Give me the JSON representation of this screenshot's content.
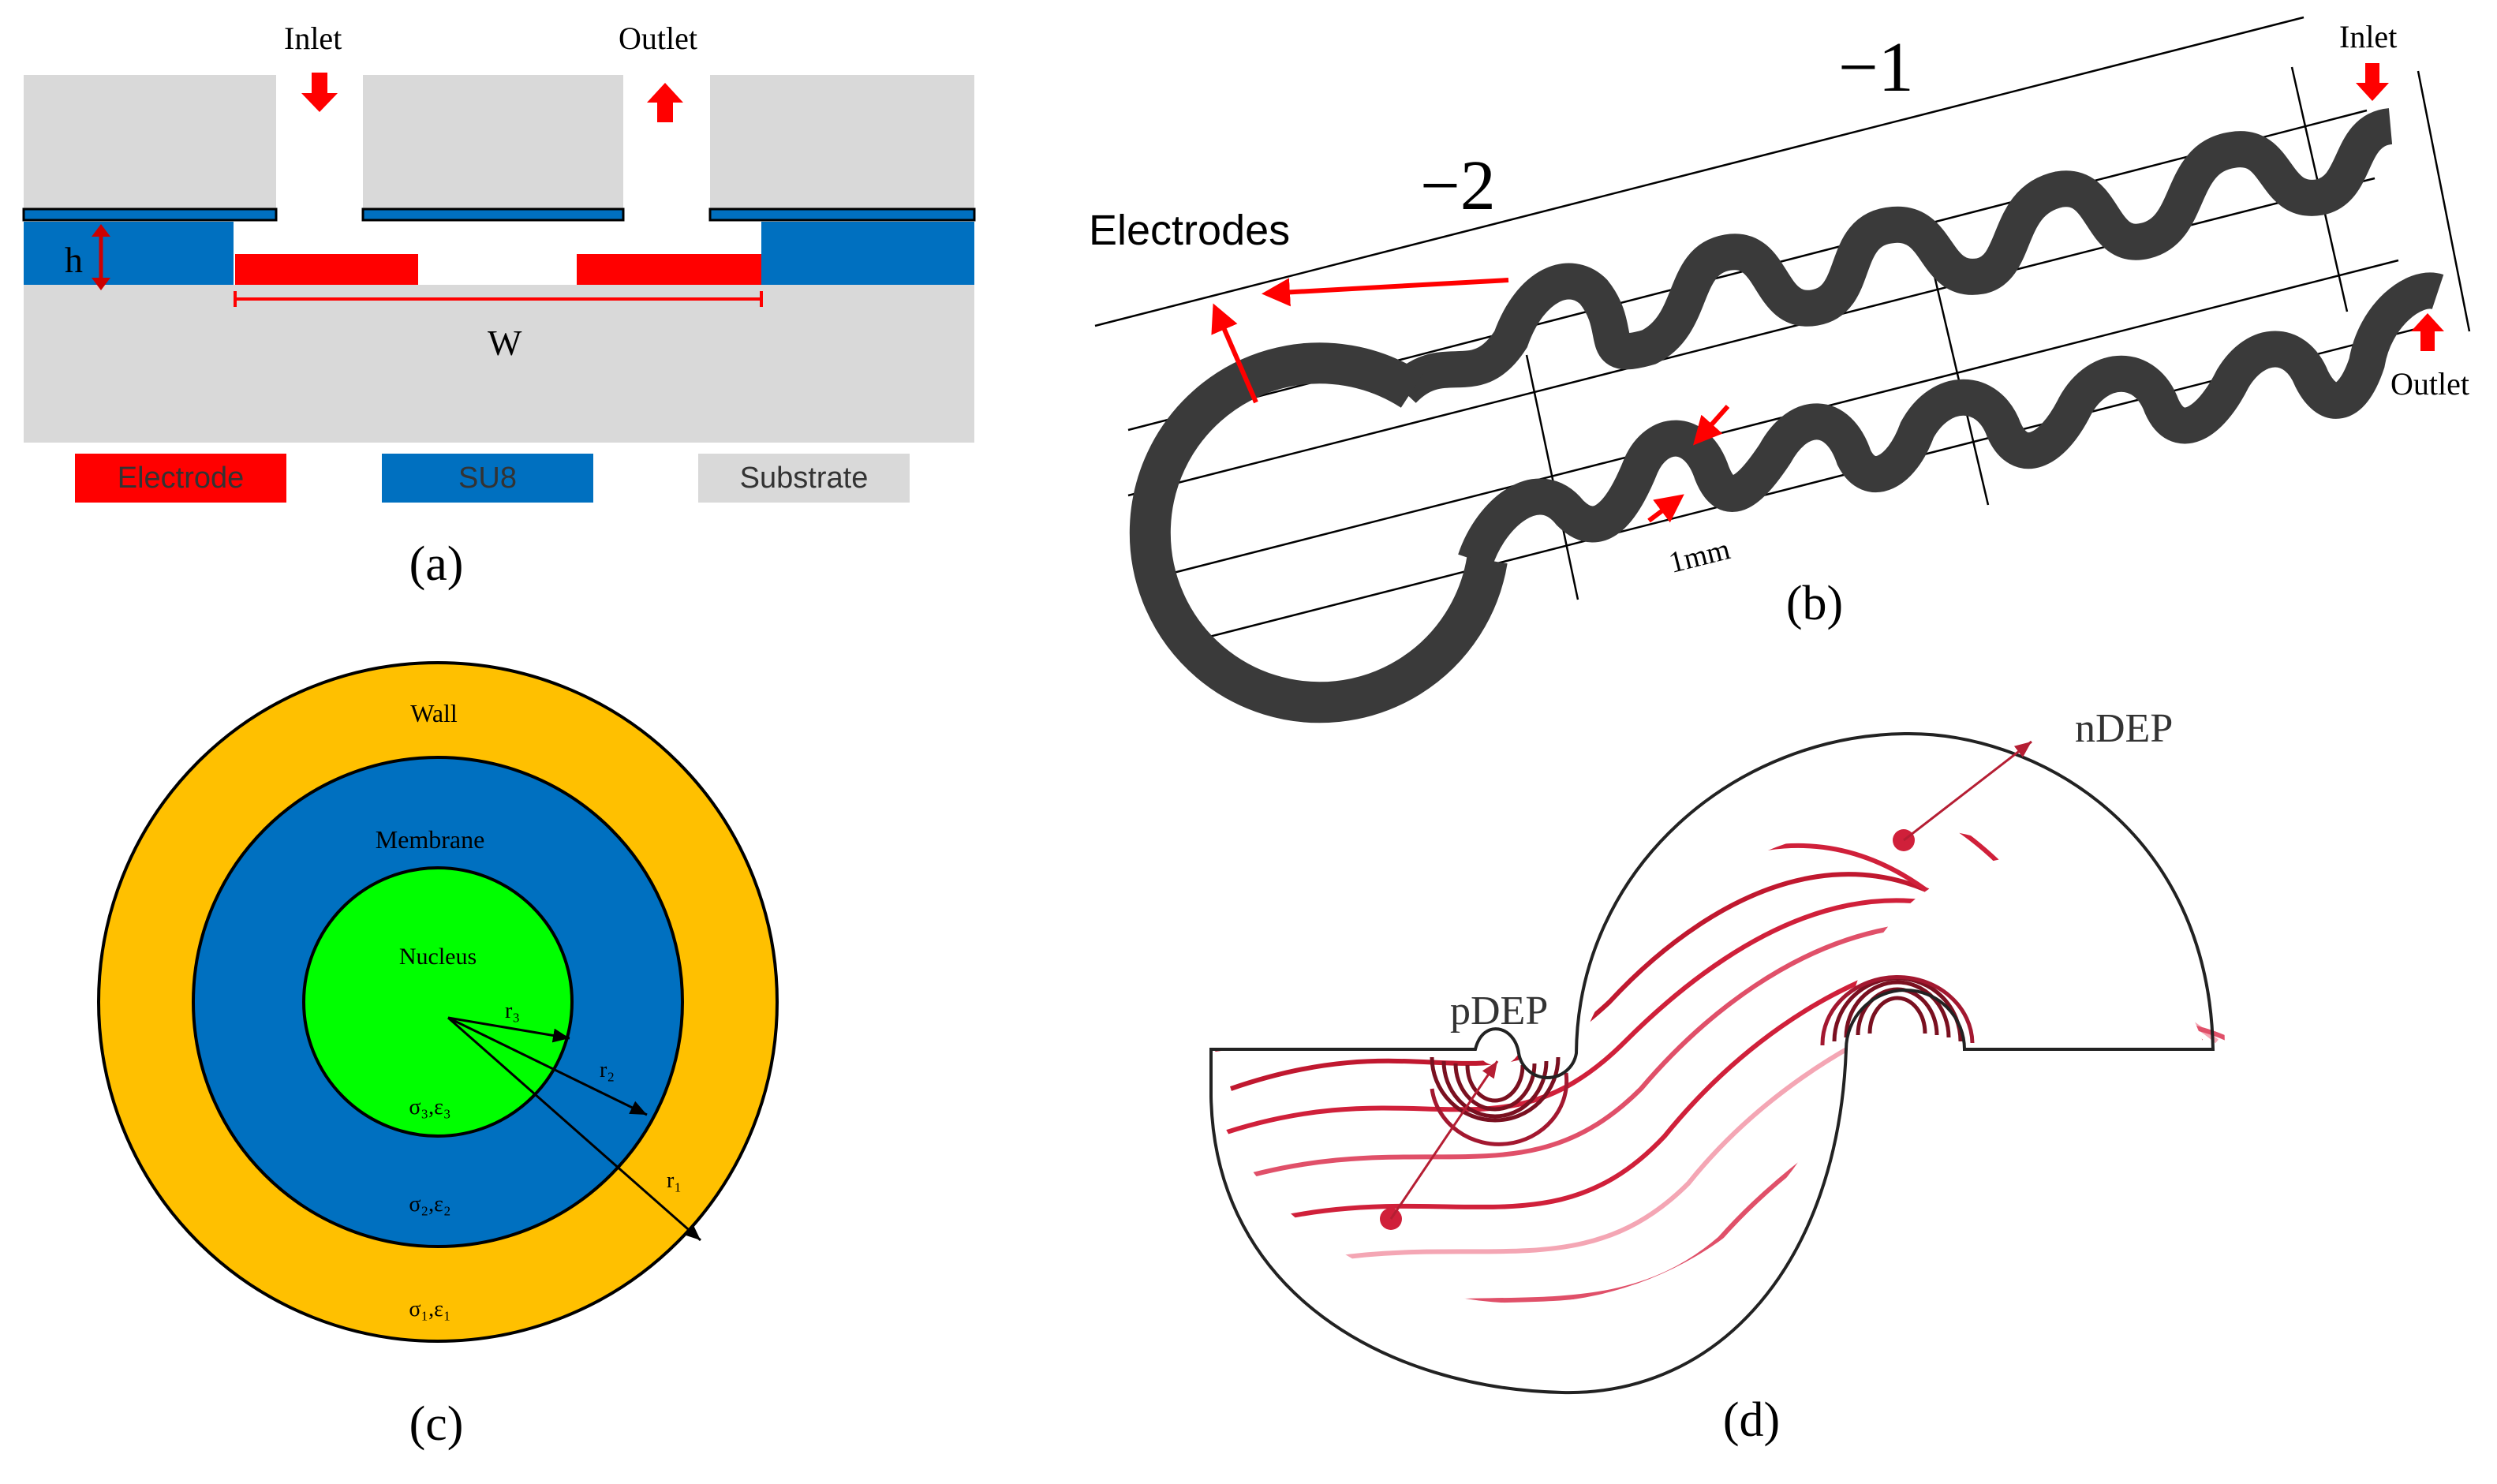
{
  "panel_a": {
    "inlet": "Inlet",
    "outlet": "Outlet",
    "h": "h",
    "w": "W",
    "legend": {
      "electrode": "Electrode",
      "su8": "SU8",
      "substrate": "Substrate"
    },
    "caption": "(a)"
  },
  "panel_b": {
    "label_1": "−1",
    "label_2": "−2",
    "electrodes": "Electrodes",
    "inlet": "Inlet",
    "outlet": "Outlet",
    "dim": "1mm",
    "caption": "(b)"
  },
  "panel_c": {
    "wall": "Wall",
    "membrane": "Membrane",
    "nucleus": "Nucleus",
    "r3": "r₃",
    "r2": "r₂",
    "r1": "r₁",
    "sigma3": "σ₃,ε₃",
    "sigma2": "σ₂,ε₂",
    "sigma1": "σ₁,ε₁",
    "caption": "(c)"
  },
  "panel_d": {
    "ndep": "nDEP",
    "pdep": "pDEP",
    "caption": "(d)"
  },
  "colors": {
    "electrode": "#ff0000",
    "su8": "#0070c0",
    "substrate": "#d9d9d9",
    "channel": "#3a3a3a",
    "wall": "#ffc000",
    "nucleus": "#00ff00",
    "field_dark": "#7a1020",
    "field_mid": "#d0203a",
    "field_light": "#f4a6b4"
  }
}
